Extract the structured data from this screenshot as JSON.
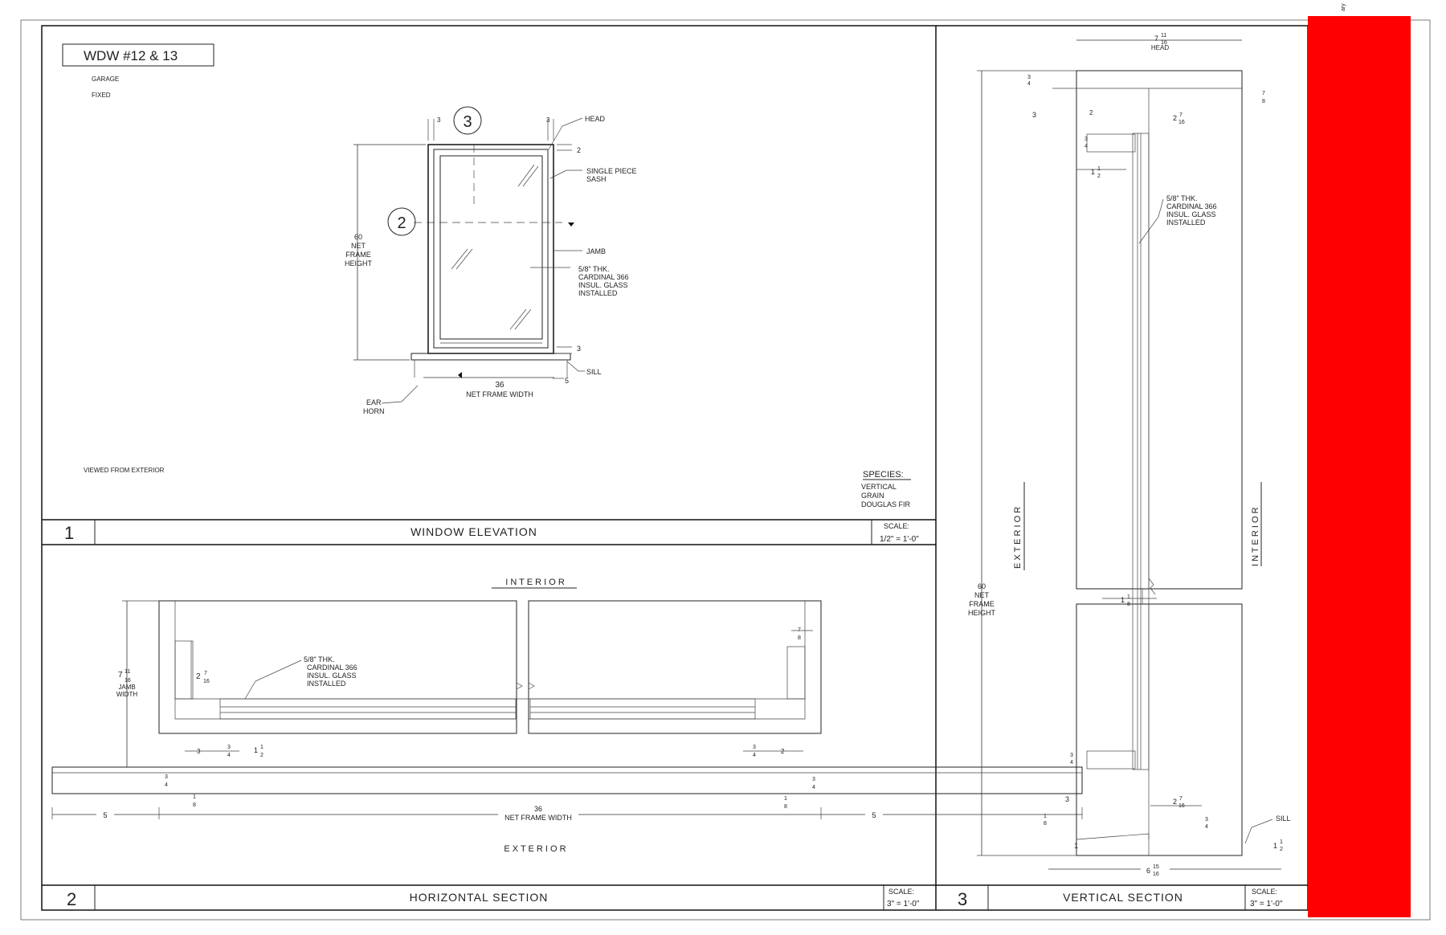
{
  "sheet": {
    "title": "WDW #12 & 13",
    "room": "GARAGE",
    "type": "FIXED",
    "viewed_from": "VIEWED FROM EXTERIOR",
    "corner_note": "ary",
    "accent_color": "#ff0000"
  },
  "species": {
    "heading": "SPECIES:",
    "lines": [
      "VERTICAL",
      "GRAIN",
      "DOUGLAS FIR"
    ]
  },
  "panels": {
    "elevation": {
      "number": "1",
      "title": "WINDOW ELEVATION",
      "scale_label": "SCALE:",
      "scale_value": "1/2\" = 1'-0\""
    },
    "horizontal": {
      "number": "2",
      "title": "HORIZONTAL SECTION",
      "scale_label": "SCALE:",
      "scale_value": "3\" = 1'-0\""
    },
    "vertical": {
      "number": "3",
      "title": "VERTICAL SECTION",
      "scale_label": "SCALE:",
      "scale_value": "3\" = 1'-0\""
    }
  },
  "elevation": {
    "callout_top": "3",
    "callout_left": "2",
    "labels": {
      "head": "HEAD",
      "sash_1": "SINGLE PIECE",
      "sash_2": "SASH",
      "jamb": "JAMB",
      "glass": [
        "5/8\" THK.",
        "CARDINAL 366",
        "INSUL. GLASS",
        "INSTALLED"
      ],
      "sill": "SILL",
      "ear_1": "EAR",
      "ear_2": "HORN"
    },
    "dims": {
      "height": [
        "60",
        "NET",
        "FRAME",
        "HEIGHT"
      ],
      "width_value": "36",
      "width_label": "NET FRAME WIDTH",
      "top_left": "3",
      "top_right": "3",
      "sash_right": "2",
      "sill_right": "3",
      "sill_offset": "5"
    }
  },
  "horizontal": {
    "interior": "I N T E R I O R",
    "exterior": "E X T E R I O R",
    "glass": [
      "5/8\" THK.",
      "CARDINAL 366",
      "INSUL. GLASS",
      "INSTALLED"
    ],
    "jamb_width": {
      "whole": "7",
      "num": "11",
      "den": "16",
      "l1": "JAMB",
      "l2": "WIDTH"
    },
    "stop_depth": {
      "whole": "2",
      "num": "7",
      "den": "16"
    },
    "right_top": {
      "num": "7",
      "den": "8"
    },
    "bottom_left_3": "3",
    "bottom_left_frac": {
      "num": "3",
      "den": "4"
    },
    "bottom_left_whole": {
      "whole": "1",
      "num": "1",
      "den": "2"
    },
    "bottom_right_frac": {
      "num": "3",
      "den": "4"
    },
    "bottom_right_2": "2",
    "sill_left_frac": {
      "num": "3",
      "den": "4"
    },
    "sill_left_eighth": {
      "num": "1",
      "den": "8"
    },
    "sill_right_frac": {
      "num": "3",
      "den": "4"
    },
    "sill_right_eighth": {
      "num": "1",
      "den": "8"
    },
    "width_value": "36",
    "width_label": "NET FRAME WIDTH",
    "left_ear": "5",
    "right_ear": "5"
  },
  "vertical": {
    "exterior": "E X T E R I O R",
    "interior": "I N T E R I O R",
    "glass": [
      "5/8\" THK.",
      "CARDINAL 366",
      "INSUL. GLASS",
      "INSTALLED"
    ],
    "head_dim": {
      "whole": "7",
      "num": "11",
      "den": "16",
      "label": "HEAD"
    },
    "head_top": {
      "num": "3",
      "den": "4"
    },
    "head_right": {
      "num": "7",
      "den": "8"
    },
    "head_left": "3",
    "stop_top": {
      "whole": "2",
      "num": "7",
      "den": "16"
    },
    "head_2": "2",
    "head_34": {
      "num": "3",
      "den": "4"
    },
    "head_112": {
      "whole": "1",
      "num": "1",
      "den": "2"
    },
    "height": [
      "60",
      "NET",
      "FRAME",
      "HEIGHT"
    ],
    "gap": {
      "whole": "1",
      "num": "1",
      "den": "8"
    },
    "sill_34": {
      "num": "3",
      "den": "4"
    },
    "sill_3": "3",
    "sill_stop": {
      "whole": "2",
      "num": "7",
      "den": "16"
    },
    "sill_eighth": {
      "num": "1",
      "den": "8"
    },
    "sill_1": "1",
    "sill_right_34": {
      "num": "3",
      "den": "4"
    },
    "sill_right_112": {
      "whole": "1",
      "num": "1",
      "den": "2"
    },
    "sill_depth": {
      "whole": "6",
      "num": "15",
      "den": "16"
    },
    "sill_label": "SILL"
  }
}
